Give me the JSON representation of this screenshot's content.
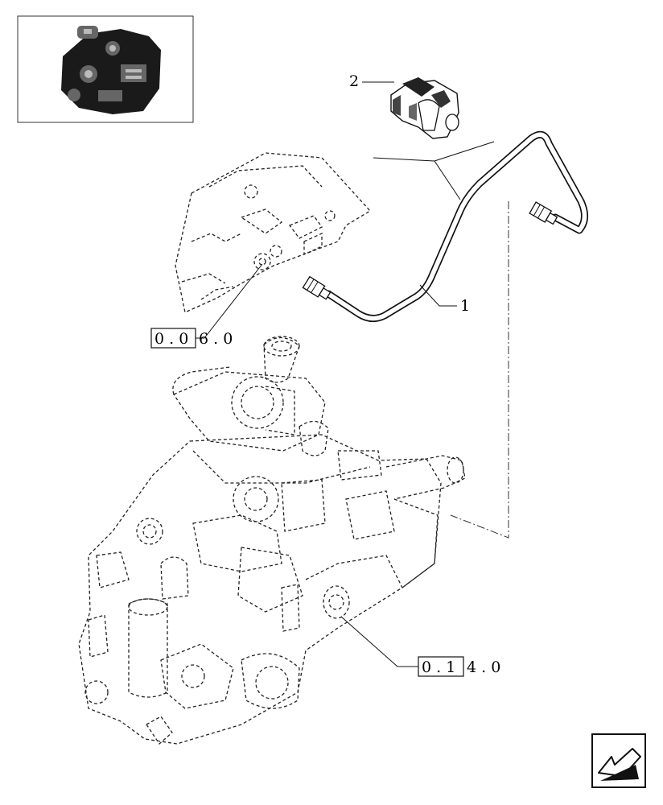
{
  "diagram": {
    "callouts": [
      {
        "id": "item-1",
        "text": "1"
      },
      {
        "id": "item-2",
        "text": "2"
      }
    ],
    "references": [
      {
        "id": "ref-upper",
        "boxed": "0 . 0",
        "rest": "6 . 0"
      },
      {
        "id": "ref-lower",
        "boxed": "0 . 1",
        "rest": "4 . 0"
      }
    ],
    "icons": {
      "thumbnail": "engine-thumbnail-icon",
      "navigation": "navigation-arrow-icon"
    }
  }
}
